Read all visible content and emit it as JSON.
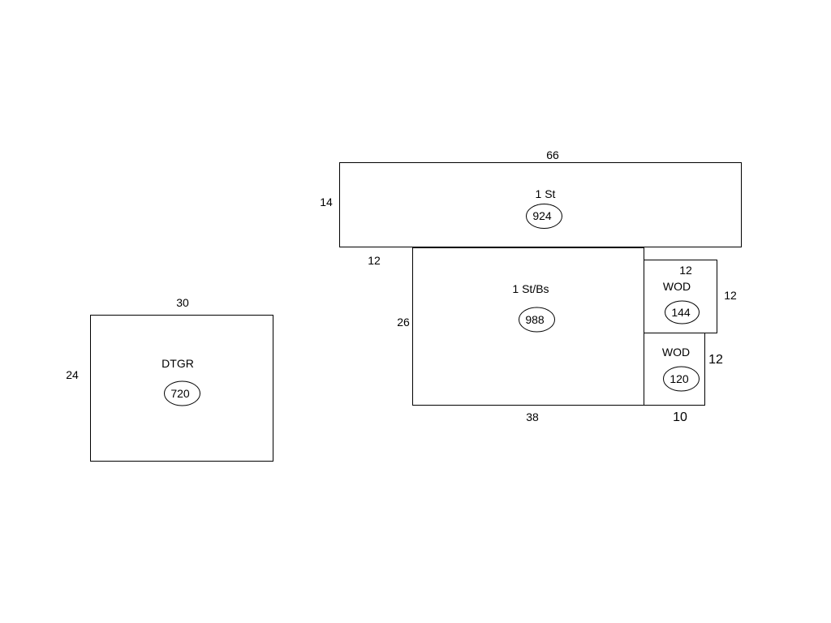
{
  "sketch": {
    "dtgr": {
      "name": "DTGR",
      "area": "720",
      "top": "30",
      "side": "24"
    },
    "first_story": {
      "name": "1 St",
      "area": "924",
      "top": "66",
      "side": "14"
    },
    "first_story_bsmt": {
      "name": "1 St/Bs",
      "area": "988",
      "side": "26",
      "bottom": "38",
      "offset": "12"
    },
    "wod_upper": {
      "name": "WOD",
      "area": "144",
      "top": "12",
      "side": "12"
    },
    "wod_lower": {
      "name": "WOD",
      "area": "120",
      "side": "12",
      "bottom": "10"
    }
  }
}
